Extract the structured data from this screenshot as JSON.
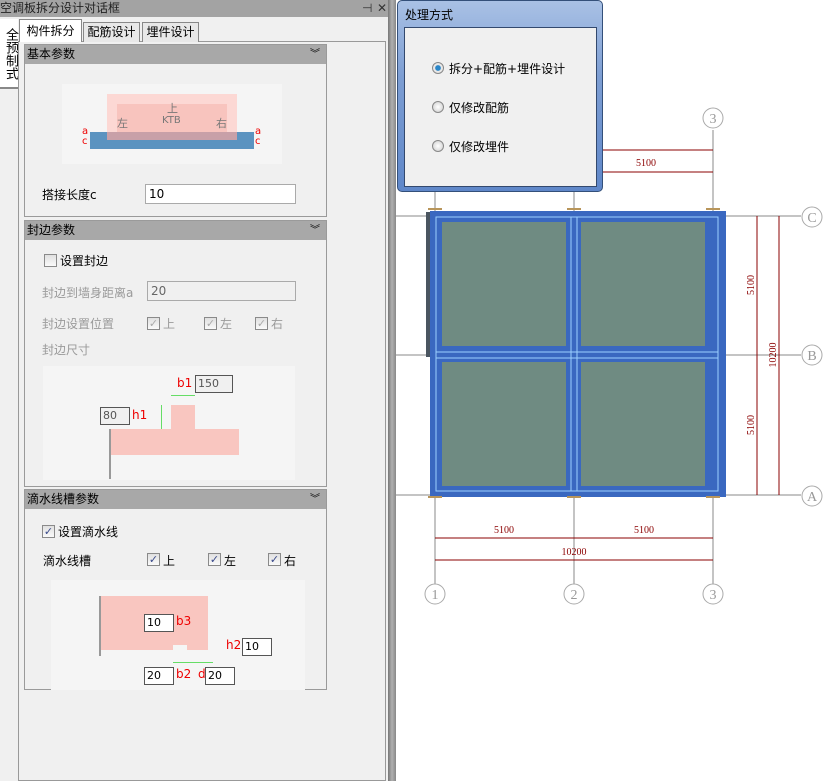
{
  "window": {
    "title": "空调板拆分设计对话框",
    "pin": "⊣",
    "close": "✕"
  },
  "side_tab": "全预制式",
  "tabs": [
    {
      "label": "构件拆分"
    },
    {
      "label": "配筋设计"
    },
    {
      "label": "埋件设计"
    }
  ],
  "basic": {
    "header": "基本参数",
    "diagram": {
      "top": "上",
      "left": "左",
      "right": "右",
      "center": "KTB",
      "a": "a",
      "c": "c"
    },
    "overlap_label": "搭接长度c",
    "overlap_value": "10"
  },
  "edge": {
    "header": "封边参数",
    "set_label": "设置封边",
    "set_checked": false,
    "distance_label": "封边到墙身距离a",
    "distance_value": "20",
    "position_label": "封边设置位置",
    "positions": [
      {
        "label": "上",
        "checked": true
      },
      {
        "label": "左",
        "checked": true
      },
      {
        "label": "右",
        "checked": true
      }
    ],
    "size_label": "封边尺寸",
    "b1_label": "b1",
    "b1_value": "150",
    "h1_label": "h1",
    "h1_value": "80"
  },
  "drip": {
    "header": "滴水线槽参数",
    "set_label": "设置滴水线",
    "set_checked": true,
    "groove_label": "滴水线槽",
    "positions": [
      {
        "label": "上",
        "checked": true
      },
      {
        "label": "左",
        "checked": true
      },
      {
        "label": "右",
        "checked": true
      }
    ],
    "b3_label": "b3",
    "b3_value": "10",
    "h2_label": "h2",
    "h2_value": "10",
    "b2_label": "b2",
    "b2_value": "20",
    "d_label": "d",
    "d_value": "20"
  },
  "popup": {
    "title": "处理方式",
    "options": [
      {
        "label": "拆分+配筋+埋件设计",
        "selected": true
      },
      {
        "label": "仅修改配筋",
        "selected": false
      },
      {
        "label": "仅修改埋件",
        "selected": false
      }
    ]
  },
  "cad": {
    "axes_x": [
      "1",
      "2",
      "3"
    ],
    "axes_y": [
      "A",
      "B",
      "C"
    ],
    "dim_bay": "5100",
    "dim_total": "10200",
    "colors": {
      "slab": "#6f8b82",
      "beam": "#3a68c0",
      "dim": "#8b0000"
    }
  }
}
